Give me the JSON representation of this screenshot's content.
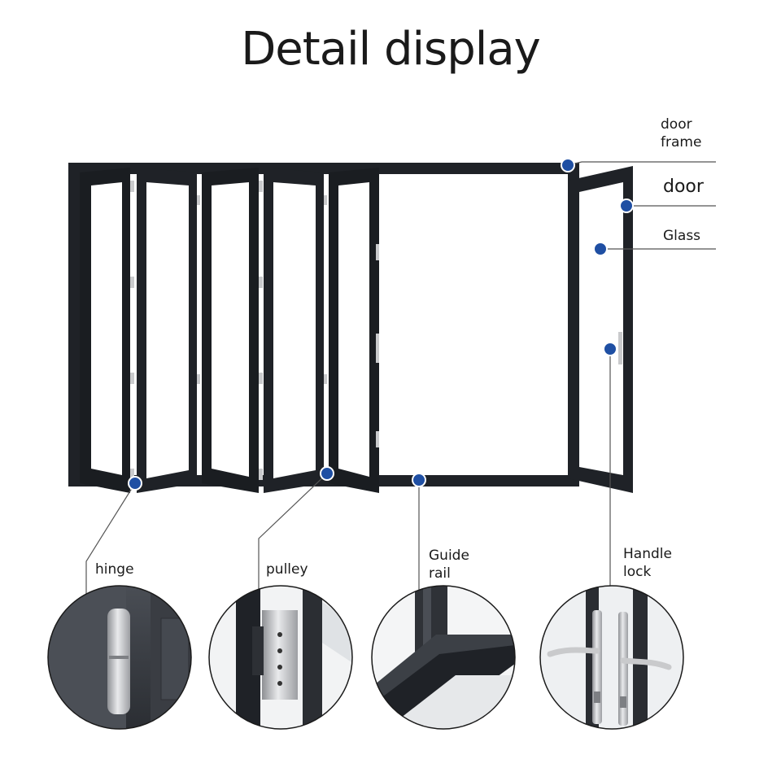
{
  "title": "Detail display",
  "callouts": {
    "door_frame": {
      "line1": "door",
      "line2": "frame"
    },
    "door": {
      "label": "door"
    },
    "glass": {
      "label": "Glass"
    },
    "hinge": {
      "label": "hinge"
    },
    "pulley": {
      "label": "pulley"
    },
    "guide_rail": {
      "line1": "Guide",
      "line2": "rail"
    },
    "handle_lock": {
      "line1": "Handle",
      "line2": "lock"
    }
  },
  "colors": {
    "frame": "#1f2227",
    "frame_dark": "#121417",
    "glass": "#ffffff",
    "marker": "#1f4fa3",
    "leader": "#555555",
    "metal": "#c9cacc"
  }
}
